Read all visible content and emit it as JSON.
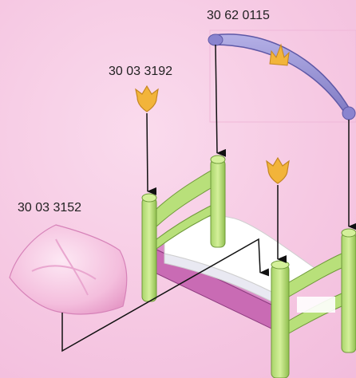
{
  "parts": [
    {
      "id": "canopy_arch",
      "number": "30 62 0115",
      "color": "#9b95d6"
    },
    {
      "id": "crown_finial",
      "number": "30 03 3192",
      "color": "#f2b43a"
    },
    {
      "id": "pillow",
      "number": "30 03 3152",
      "color": "#f6bedd"
    }
  ],
  "colors": {
    "background": "#f6c9e3",
    "bed_frame": "#b8e07a",
    "bed_frame_shadow": "#8fbe4e",
    "bed_base": "#d98ac7",
    "mattress": "#ffffff",
    "crown": "#f2b43a",
    "arrow": "#111111"
  }
}
